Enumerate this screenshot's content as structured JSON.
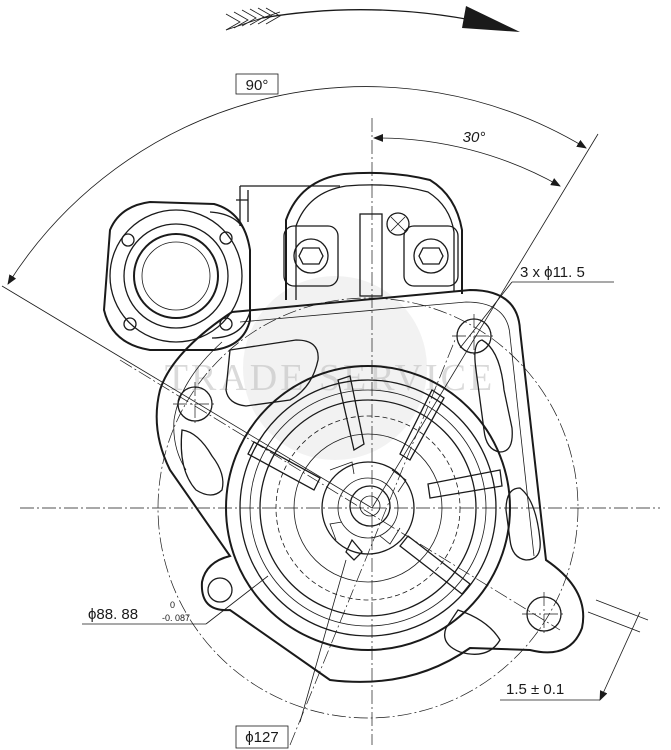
{
  "dimensions": {
    "angle_total": "90°",
    "angle_mount": "30°",
    "holes": "3 x  ϕ11. 5",
    "pilot_diameter": "ϕ88. 88",
    "pilot_tol_upper": "0",
    "pilot_tol_lower": "-0. 087",
    "flange_thickness": "1.5 ± 0.1",
    "bolt_circle": "ϕ127"
  },
  "watermark": "TRADE SERVICE",
  "icons": {
    "rotation": "rotation-direction-arrow-icon"
  },
  "colors": {
    "line": "#1a1a1a",
    "watermark": "#bdbdbd"
  }
}
